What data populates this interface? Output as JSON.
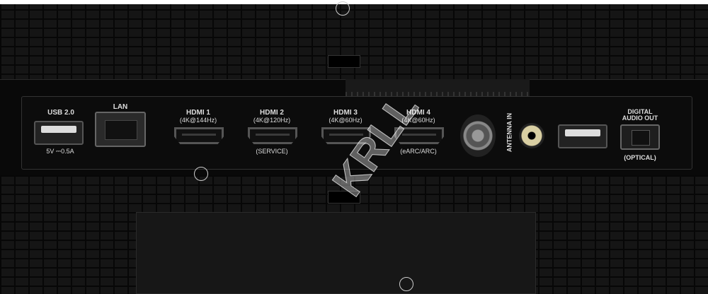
{
  "ports": {
    "usb1": {
      "label": "USB 2.0",
      "spec": "5V ⎓0.5A"
    },
    "lan": {
      "label": "LAN"
    },
    "hdmi1": {
      "label": "HDMI 1",
      "spec": "(4K@144Hz)"
    },
    "hdmi2": {
      "label": "HDMI 2",
      "spec": "(4K@120Hz)",
      "note": "(SERVICE)"
    },
    "hdmi3": {
      "label": "HDMI 3",
      "spec": "(4K@60Hz)"
    },
    "hdmi4": {
      "label": "HDMI 4",
      "spec": "(4K@60Hz)",
      "note": "(eARC/ARC)"
    },
    "antenna": {
      "label": "ANTENNA IN"
    },
    "optical": {
      "label1": "DIGITAL",
      "label2": "AUDIO OUT",
      "note": "(OPTICAL)"
    }
  },
  "watermark": "KRLL"
}
